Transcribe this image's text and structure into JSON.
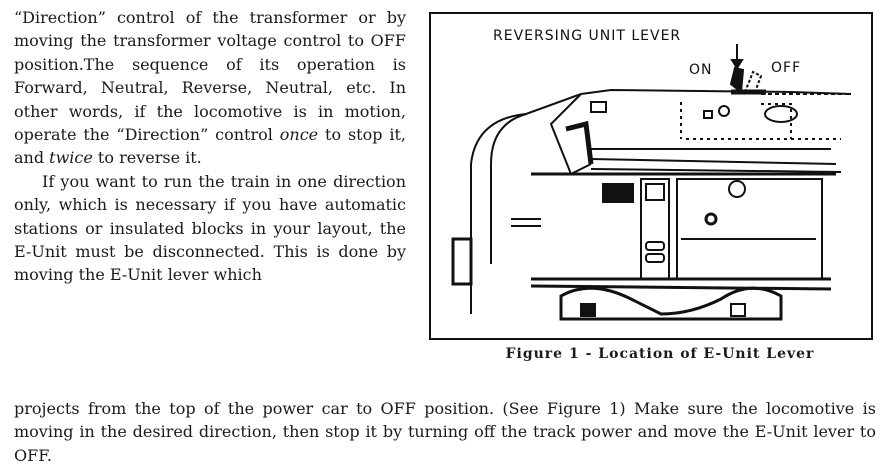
{
  "left_column": {
    "paragraph1": "“Direction” control of the transformer or by moving the transformer voltage control to OFF position.The sequence of its operation is Forward, Neutral, Reverse, Neutral, etc. In other words, if the locomotive is in motion, operate the “Direction” control",
    "once": "once",
    "p1_mid": " to stop it, and ",
    "twice": "twice",
    "p1_end": " to reverse it.",
    "paragraph2": "If you want to run the train in one direction only, which is necessary if you have automatic stations or insulated blocks in your layout, the E-Unit must be disconnected. This is done by moving the E-Unit lever which"
  },
  "full_width": "projects from the top of the power car to OFF position. (See Figure 1) Make sure the locomotive is moving in the desired direction, then stop it by turning off the track power and move the E-Unit lever to OFF.",
  "figure": {
    "title_label": "REVERSING UNIT LEVER",
    "on_label": "ON",
    "off_label": "OFF",
    "caption": "Figure 1 - Location of E-Unit Lever"
  }
}
